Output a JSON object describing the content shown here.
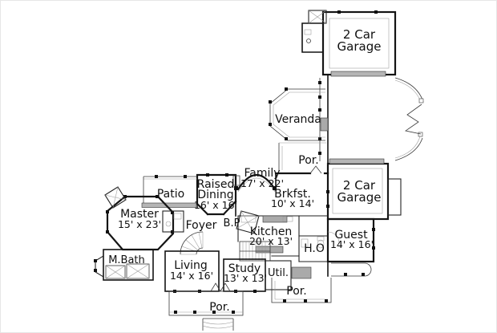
{
  "drawing": {
    "type": "floor-plan",
    "colors": {
      "background": "#ffffff",
      "walls": "#141414",
      "garage_door_fill": "#b5b5b5",
      "detail_lines": "#999999"
    }
  },
  "rooms": [
    {
      "id": "garage-top",
      "name": "2 Car",
      "name2": "Garage"
    },
    {
      "id": "veranda",
      "name": "Veranda"
    },
    {
      "id": "porch-upper",
      "name": "Por."
    },
    {
      "id": "family",
      "name": "Family",
      "dims": "17' x 22'"
    },
    {
      "id": "raised-dining",
      "name": "Raised",
      "name2": "Dining",
      "dims": "16' x 16'"
    },
    {
      "id": "brkfst",
      "name": "Brkfst.",
      "dims": "10' x 14'"
    },
    {
      "id": "patio",
      "name": "Patio"
    },
    {
      "id": "master",
      "name": "Master",
      "dims": "15' x 23'"
    },
    {
      "id": "foyer",
      "name": "Foyer"
    },
    {
      "id": "butlers-pantry",
      "name": "B.P"
    },
    {
      "id": "kitchen",
      "name": "Kitchen",
      "dims": "20' x 13'"
    },
    {
      "id": "home-office",
      "name": "H.O"
    },
    {
      "id": "guest",
      "name": "Guest",
      "dims": "14' x 16'"
    },
    {
      "id": "garage-bottom",
      "name": "2 Car",
      "name2": "Garage"
    },
    {
      "id": "master-bath",
      "name": "M.Bath"
    },
    {
      "id": "living",
      "name": "Living",
      "dims": "14' x 16'"
    },
    {
      "id": "study",
      "name": "Study",
      "dims": "13' x 13'"
    },
    {
      "id": "utility",
      "name": "Util."
    },
    {
      "id": "porch-bottom",
      "name": "Por."
    },
    {
      "id": "porch-right",
      "name": "Por."
    }
  ]
}
